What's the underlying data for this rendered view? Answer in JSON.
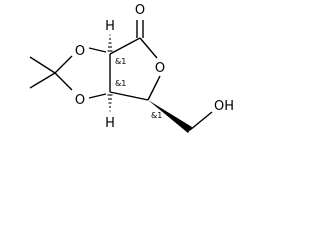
{
  "molecule": {
    "atoms": {
      "carbonyl_oxygen": "O",
      "ring_oxygen_lactone": "O",
      "dioxolane_oxygen_top": "O",
      "dioxolane_oxygen_bottom": "O",
      "hydroxyl": "OH",
      "hydrogen_top": "H",
      "hydrogen_bottom": "H"
    },
    "stereo_labels": {
      "c2": "&1",
      "c3": "&1",
      "c4": "&1"
    }
  }
}
